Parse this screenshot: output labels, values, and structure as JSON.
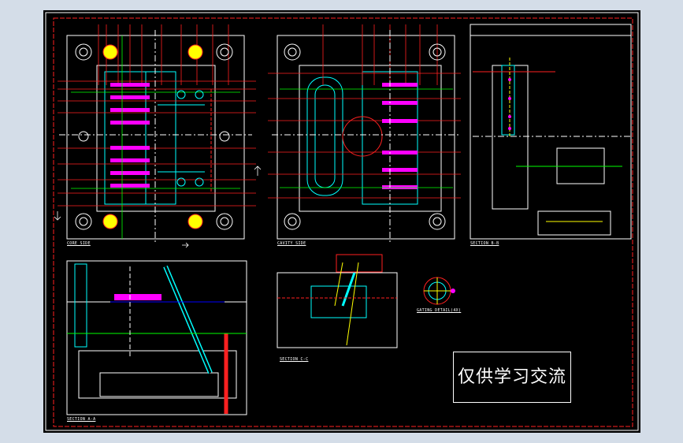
{
  "labels": {
    "core_side": "CORE SIDE",
    "cavity_side": "CAVITY SIDE",
    "section_bb": "SECTION B-B",
    "section_aa": "SECTION A-A",
    "section_cc": "SECTION C-C",
    "gating_detail": "GATING DETAIL(4X)"
  },
  "stamp_text": "仅供学习交流",
  "colors": {
    "background": "#000000",
    "frame": "#ff0000",
    "outline": "#ffffff",
    "dimension": "#ff2020",
    "centerline": "#ffff00",
    "cavity": "#00ffff",
    "slider": "#ff00ff",
    "water": "#00ff00",
    "runner": "#0000ff"
  }
}
